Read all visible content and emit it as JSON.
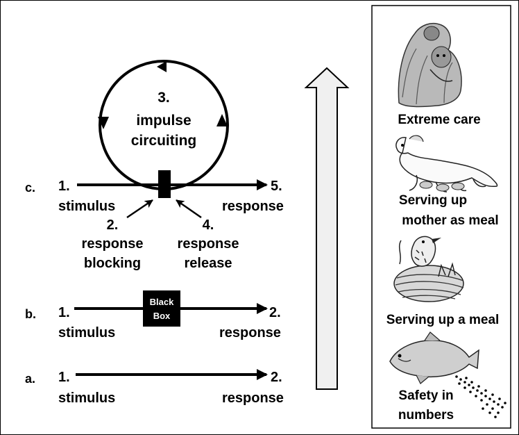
{
  "levels": {
    "a": {
      "letter": "a.",
      "n1": "1.",
      "stimulus": "stimulus",
      "n2": "2.",
      "response": "response"
    },
    "b": {
      "letter": "b.",
      "n1": "1.",
      "stimulus": "stimulus",
      "box_line1": "Black",
      "box_line2": "Box",
      "n2": "2.",
      "response": "response"
    },
    "c": {
      "letter": "c.",
      "n1": "1.",
      "stimulus": "stimulus",
      "n5": "5.",
      "response": "response",
      "circuit_num": "3.",
      "circuit_line1": "impulse",
      "circuit_line2": "circuiting",
      "block_num": "2.",
      "block_line1": "response",
      "block_line2": "blocking",
      "release_num": "4.",
      "release_line1": "response",
      "release_line2": "release"
    }
  },
  "panel": {
    "items": [
      {
        "icon": "primate-mother-infant-icon",
        "lines": [
          "Extreme care"
        ]
      },
      {
        "icon": "nursing-animal-icon",
        "lines": [
          "Serving up",
          "mother as meal"
        ]
      },
      {
        "icon": "bird-nest-icon",
        "lines": [
          "Serving up a meal"
        ]
      },
      {
        "icon": "salmon-eggs-icon",
        "lines": [
          "Safety in",
          "numbers"
        ]
      }
    ]
  }
}
